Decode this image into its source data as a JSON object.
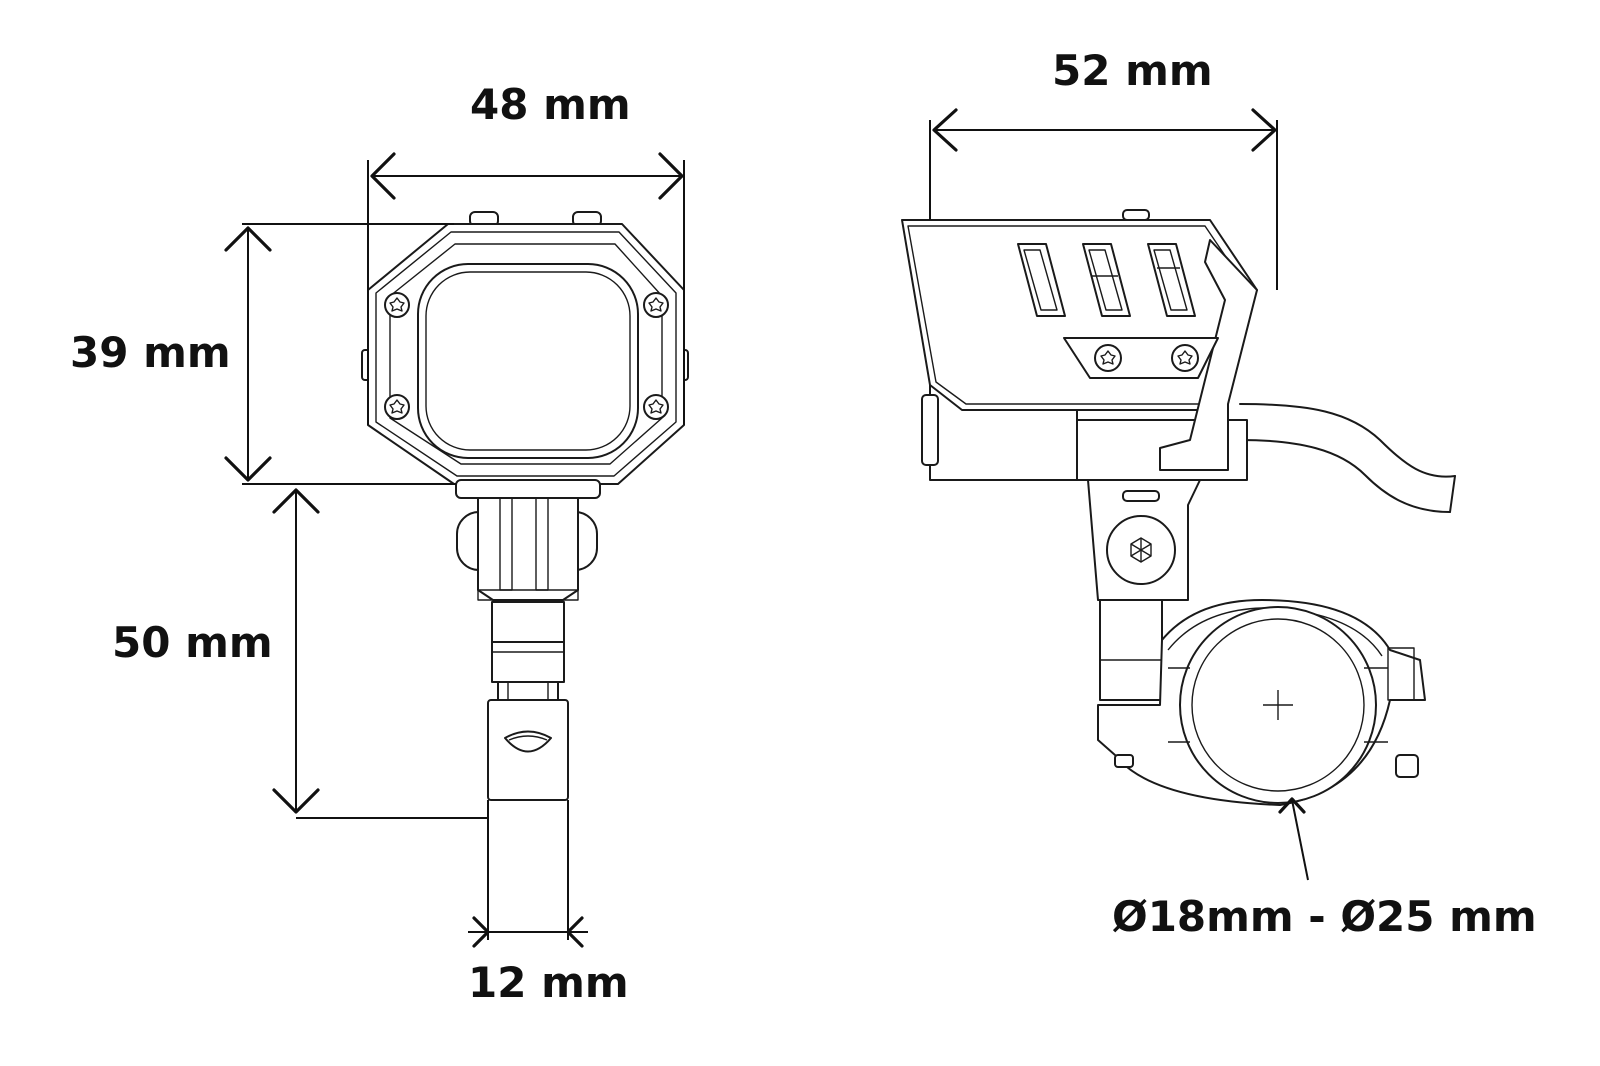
{
  "dimensions": {
    "front_width": "48 mm",
    "front_height": "39 mm",
    "mount_height": "50 mm",
    "mount_width": "12 mm",
    "side_width": "52 mm",
    "clamp_diameter": "Ø18mm - Ø25 mm"
  },
  "colors": {
    "line": "#1a1a1a",
    "background": "#ffffff"
  }
}
